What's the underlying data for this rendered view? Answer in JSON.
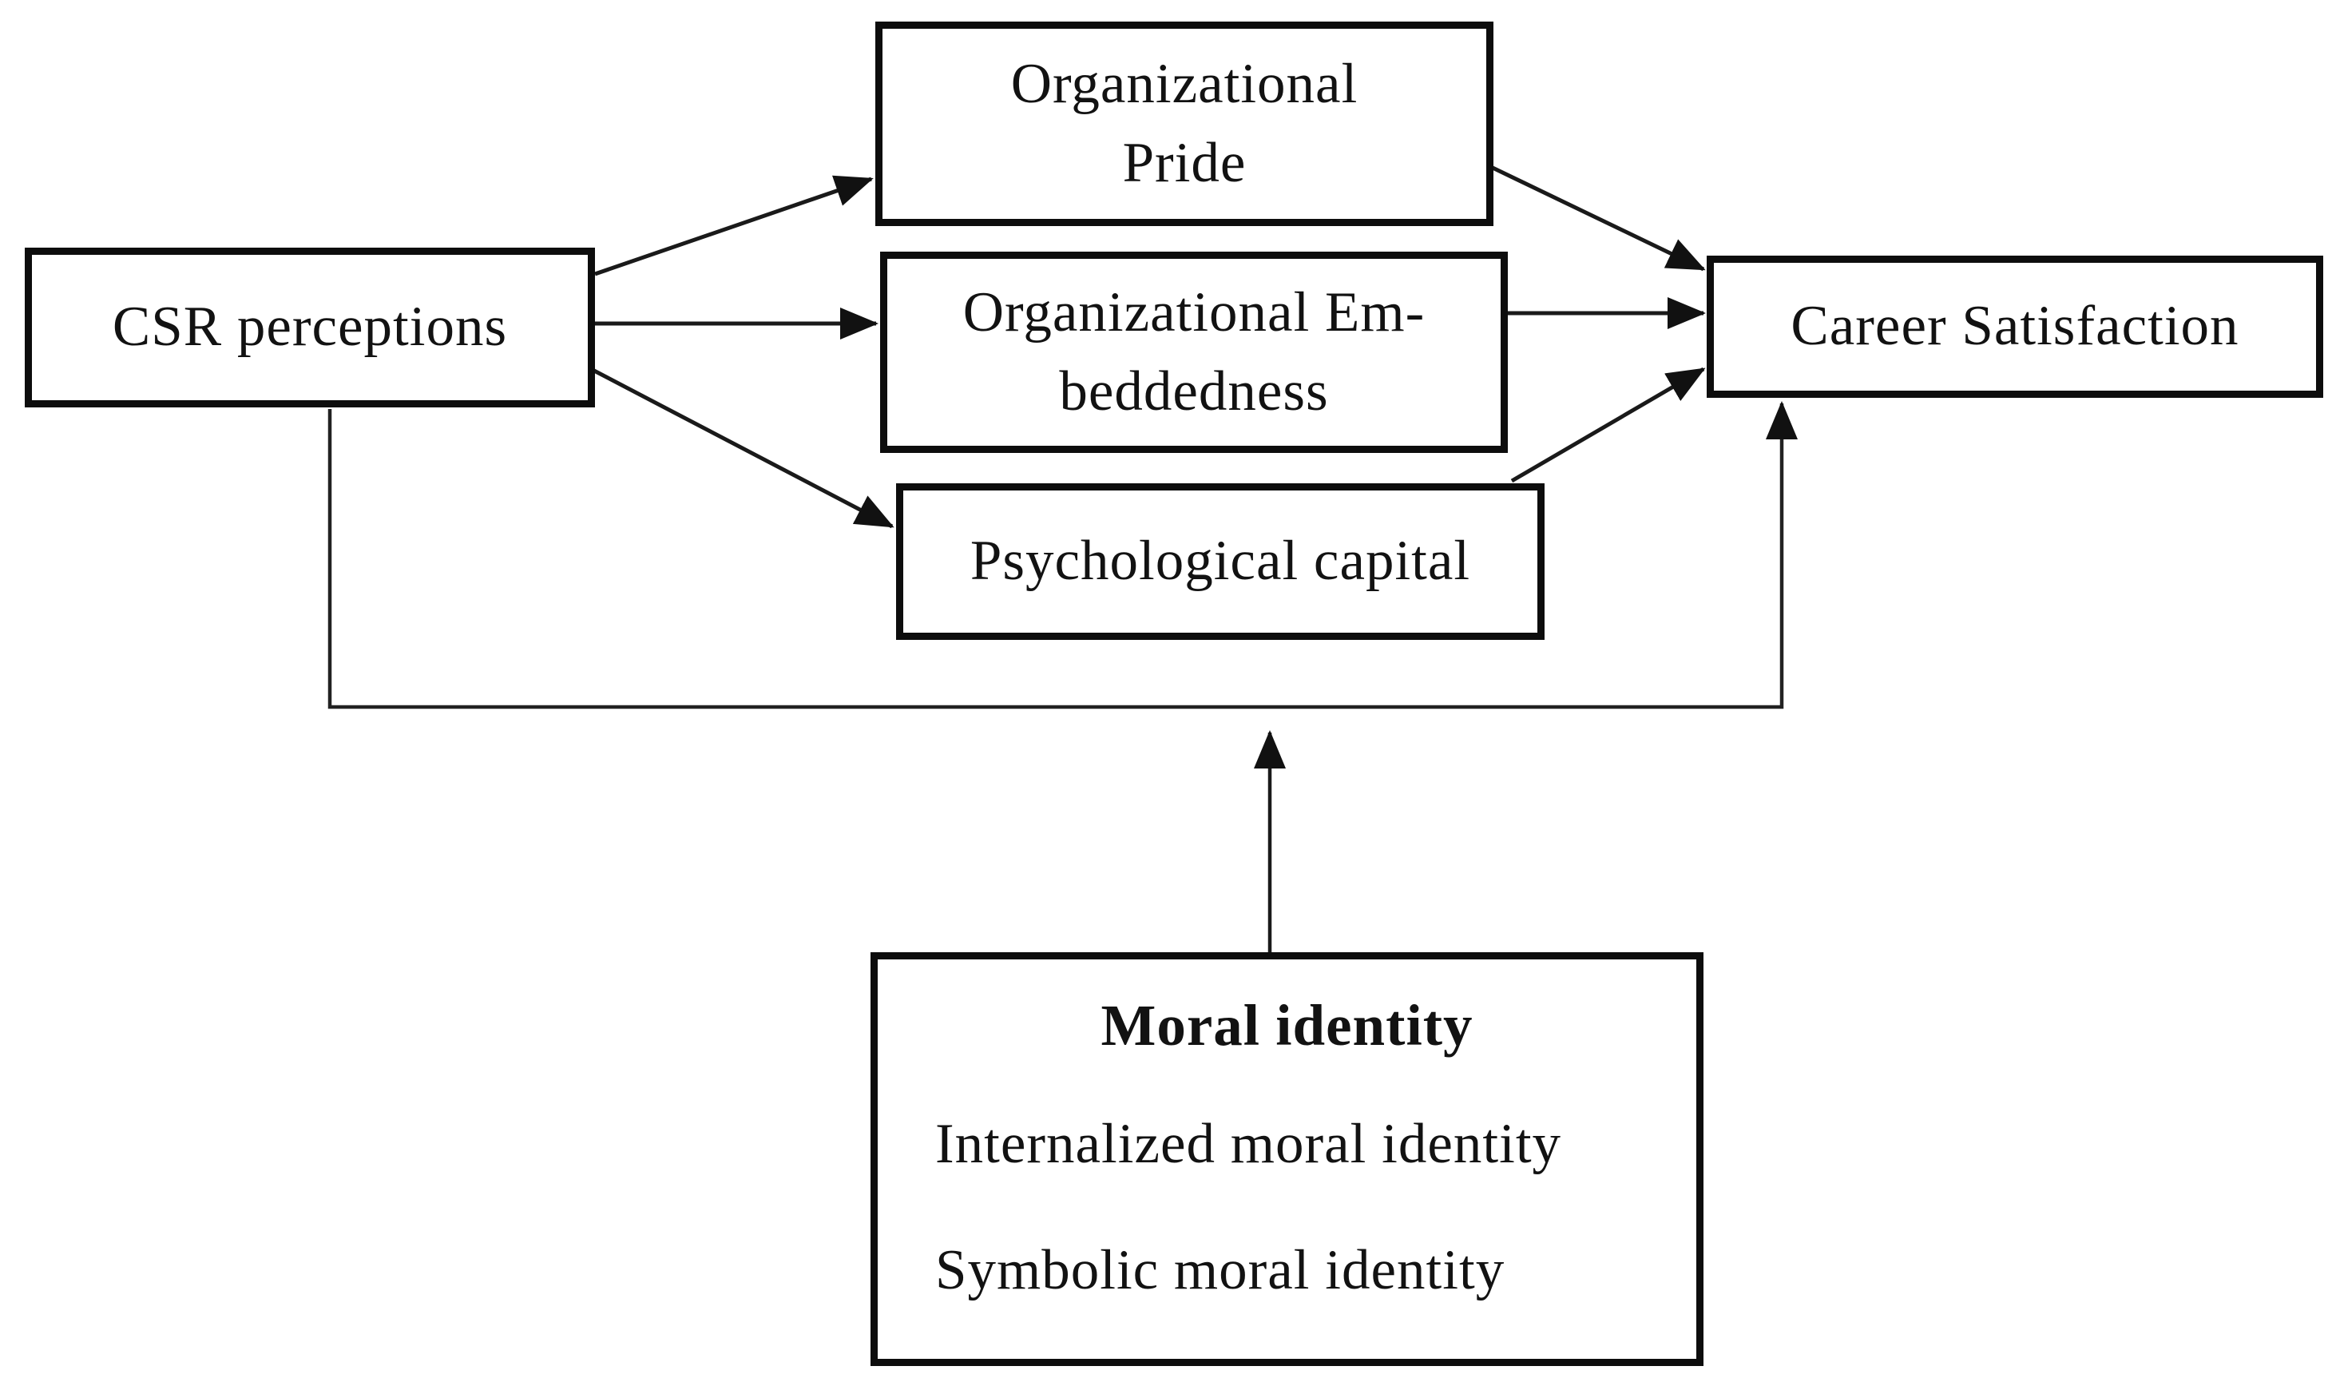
{
  "diagram": {
    "nodes": {
      "csr": {
        "label": "CSR perceptions"
      },
      "pride": {
        "line1": "Organizational",
        "line2": "Pride"
      },
      "embeddedness": {
        "line1": "Organizational Em-",
        "line2": "beddedness"
      },
      "psycap": {
        "label": "Psychological capital"
      },
      "career": {
        "label": "Career Satisfaction"
      },
      "moral": {
        "title": "Moral identity",
        "items": [
          "Internalized moral identity",
          "Symbolic moral identity"
        ]
      }
    },
    "edges": [
      {
        "from": "CSR perceptions",
        "to": "Organizational Pride",
        "kind": "mediation-path"
      },
      {
        "from": "CSR perceptions",
        "to": "Organizational Embeddedness",
        "kind": "mediation-path"
      },
      {
        "from": "CSR perceptions",
        "to": "Psychological capital",
        "kind": "mediation-path"
      },
      {
        "from": "Organizational Pride",
        "to": "Career Satisfaction",
        "kind": "mediation-path"
      },
      {
        "from": "Organizational Embeddedness",
        "to": "Career Satisfaction",
        "kind": "mediation-path"
      },
      {
        "from": "Psychological capital",
        "to": "Career Satisfaction",
        "kind": "mediation-path"
      },
      {
        "from": "CSR perceptions",
        "to": "Career Satisfaction",
        "kind": "direct-path"
      },
      {
        "from": "Moral identity",
        "to": "CSR perceptions → Career Satisfaction path",
        "kind": "moderation"
      }
    ],
    "colors": {
      "line": "#1a1a1a",
      "border": "#0d0d0d",
      "text": "#121212",
      "background": "#ffffff"
    }
  }
}
